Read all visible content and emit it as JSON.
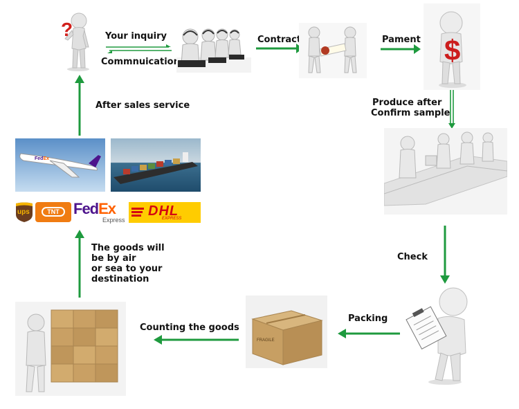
{
  "steps": {
    "your_inquiry": "Your inquiry",
    "communication": "Commnuication",
    "contract": "Contract",
    "payment": "Pament",
    "produce_line1": "Produce after",
    "produce_line2": "Confirm sample",
    "check": "Check",
    "packing": "Packing",
    "counting": "Counting the goods",
    "shipping_line1": "The goods will",
    "shipping_line2": "be by air",
    "shipping_line3": "or sea to your",
    "shipping_line4": "destination",
    "after_sales": "After sales service"
  },
  "carriers": {
    "ups": "ups",
    "tnt": "TNT",
    "fedex": "FedEx",
    "fedex_sub": "Express",
    "dhl": "DHL",
    "dhl_sub": "EXPRESS"
  },
  "icons": {
    "question_mark": "?",
    "dollar_sign": "$",
    "box_label": "FRAGILE"
  },
  "colors": {
    "arrow": "#1e9a3e",
    "figure": "#e8e8e8",
    "question": "#d1201c",
    "cardboard": "#c9a46c",
    "ups_brown": "#6b3d1e",
    "tnt_orange": "#f07c12",
    "fedex_purple": "#4d148c",
    "fedex_orange": "#ff6200",
    "dhl_yellow": "#ffcc00",
    "dhl_red": "#d40511"
  }
}
